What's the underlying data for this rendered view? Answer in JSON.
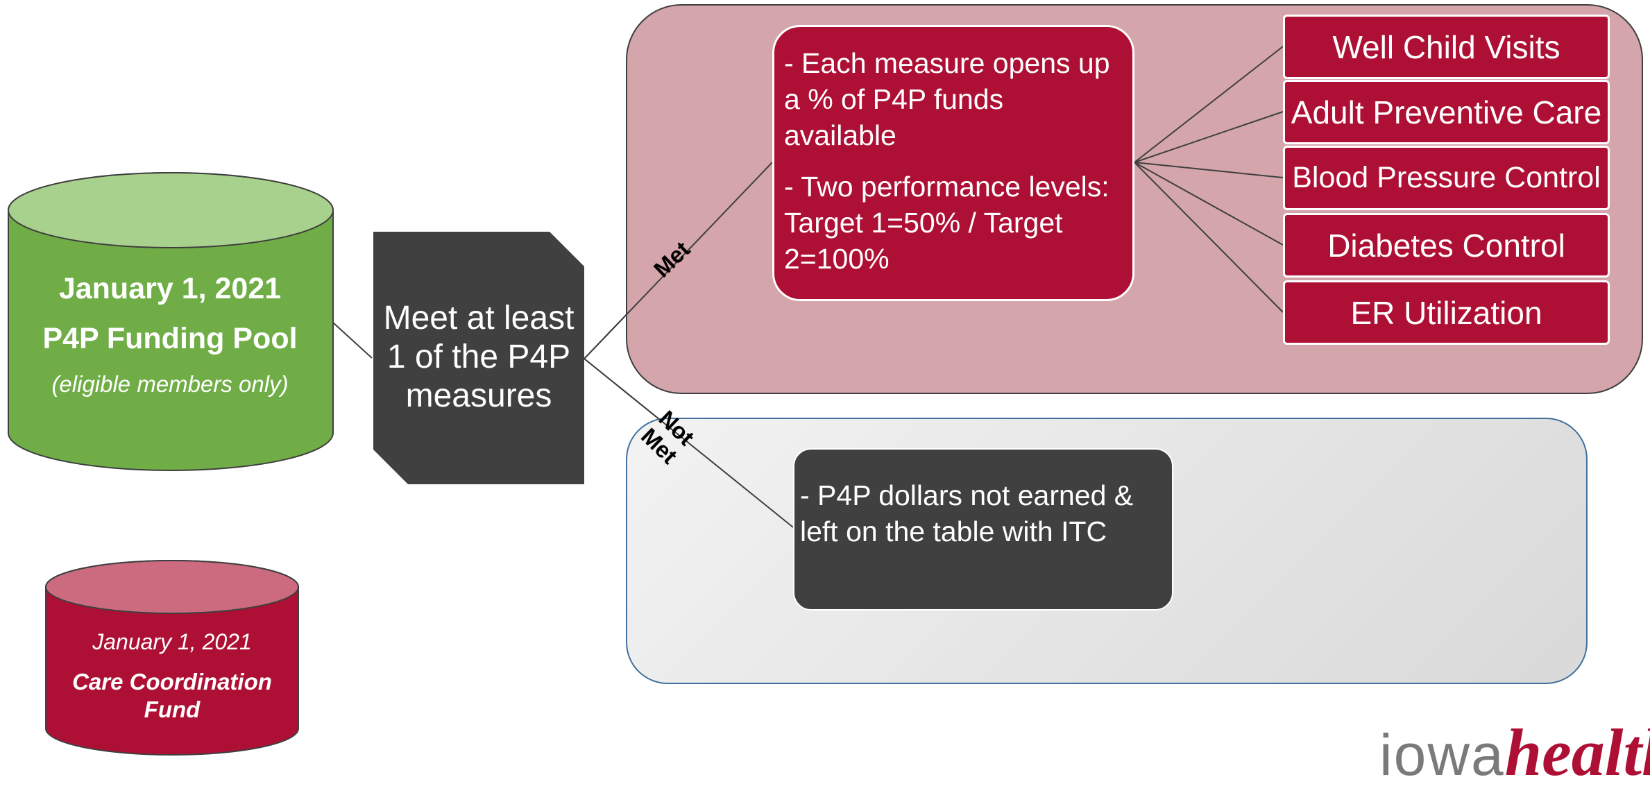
{
  "funding_pool": {
    "date": "January 1, 2021",
    "title": "P4P Funding Pool",
    "note": "(eligible members only)"
  },
  "care_fund": {
    "date": "January 1, 2021",
    "title": "Care Coordination Fund"
  },
  "decision": {
    "text": "Meet at least 1 of the P4P measures"
  },
  "branches": {
    "met": "Met",
    "not_met_line1": "Not",
    "not_met_line2": "Met"
  },
  "met_details": [
    "- Each measure opens up a % of P4P funds available",
    "- Two performance levels: Target 1=50% / Target 2=100%"
  ],
  "not_met_details": [
    "- P4P dollars not earned & left on the table with ITC"
  ],
  "measures": [
    "Well Child Visits",
    "Adult Preventive Care",
    "Blood Pressure Control",
    "Diabetes Control",
    "ER Utilization"
  ],
  "logo": {
    "part1": "iowa",
    "part2": "health"
  },
  "colors": {
    "pool_green": "#70ad47",
    "pool_top": "#a9d18e",
    "fund_red": "#ae1035",
    "fund_top": "#cc6b80",
    "decision_dark": "#404040",
    "met_panel": "#d4a5aa",
    "not_met_border": "#41719c"
  }
}
